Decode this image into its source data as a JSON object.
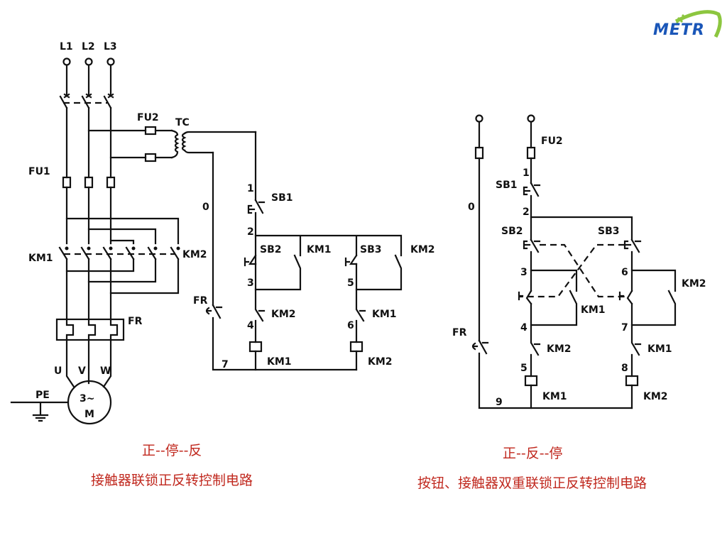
{
  "logo": {
    "text": "METR",
    "accent": "#8cc63f",
    "color": "#1a56b8"
  },
  "left_circuit": {
    "phases": [
      "L1",
      "L2",
      "L3"
    ],
    "fuse_main": "FU1",
    "fuse_control": "FU2",
    "transformer": "TC",
    "contactor_fwd": "KM1",
    "contactor_rev": "KM2",
    "overload": "FR",
    "motor_terminals": [
      "U",
      "V",
      "W"
    ],
    "motor_label_top": "3~",
    "motor_label_bottom": "M",
    "ground": "PE",
    "control": {
      "neutral_label": "0",
      "overload_contact": "FR",
      "stop_button": "SB1",
      "fwd_button": "SB2",
      "rev_button": "SB3",
      "hold_fwd": "KM1",
      "hold_rev": "KM2",
      "interlock_fwd": "KM2",
      "interlock_rev": "KM1",
      "coil_fwd": "KM1",
      "coil_rev": "KM2",
      "nodes": [
        "1",
        "2",
        "3",
        "4",
        "5",
        "6",
        "7"
      ]
    },
    "caption_mode": "正--停--反",
    "caption_title": "接触器联锁正反转控制电路"
  },
  "right_circuit": {
    "fuse": "FU2",
    "neutral_label": "0",
    "overload_contact": "FR",
    "stop_button": "SB1",
    "fwd_button": "SB2",
    "rev_button": "SB3",
    "hold_fwd": "KM1",
    "hold_rev": "KM2",
    "interlock_fwd": "KM2",
    "interlock_rev": "KM1",
    "coil_fwd": "KM1",
    "coil_rev": "KM2",
    "nodes": [
      "1",
      "2",
      "3",
      "4",
      "5",
      "6",
      "7",
      "8",
      "9"
    ],
    "caption_mode": "正--反--停",
    "caption_title": "按钮、接触器双重联锁正反转控制电路"
  }
}
